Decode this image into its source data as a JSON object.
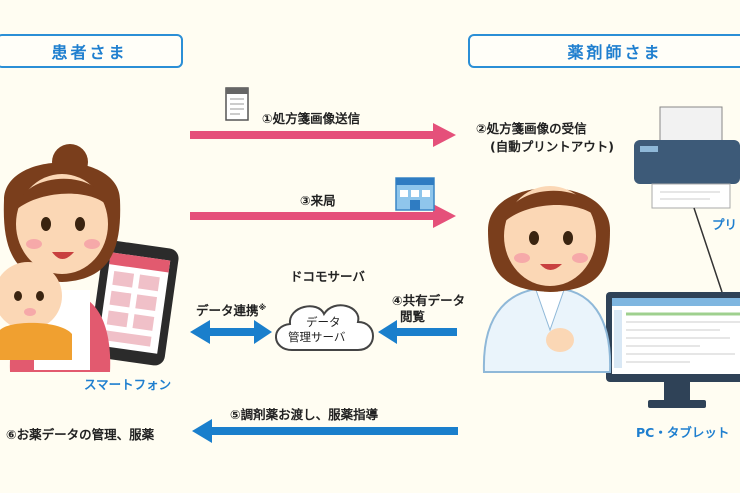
{
  "headers": {
    "patient": "患者さま",
    "pharmacist": "薬剤師さま"
  },
  "steps": {
    "s1": "①処方箋画像送信",
    "s2a": "②処方箋画像の受信",
    "s2b": "(自動プリントアウト)",
    "s3": "③来局",
    "s4a": "④共有データ",
    "s4b": "閲覧",
    "s5": "⑤調剤薬お渡し、服薬指導",
    "s6": "⑥お薬データの管理、服薬"
  },
  "docomo_server": "ドコモサーバ",
  "data_link": "データ連携",
  "data_link_mark": "※",
  "cloud": {
    "line1": "データ",
    "line2": "管理サーバ"
  },
  "devices": {
    "smartphone": "スマートフォン",
    "pc": "PC・タブレット",
    "printer": "プリ"
  },
  "colors": {
    "accent_blue": "#1f7fcf",
    "pink": "#e5507a",
    "arrow_blue": "#1a7fcc"
  }
}
